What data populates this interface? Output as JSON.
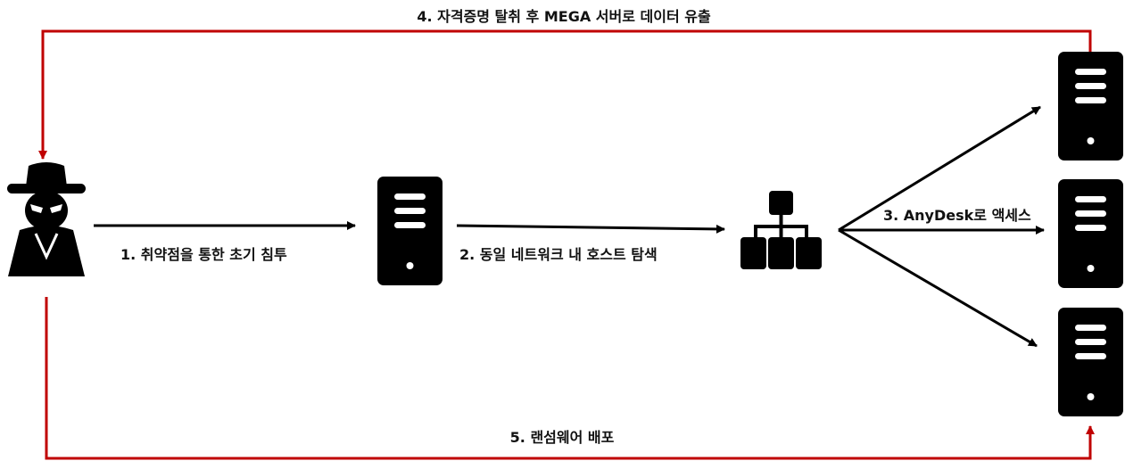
{
  "colors": {
    "exfil_flow": "#c00000",
    "attack_flow": "#000000",
    "icon_fill": "#000000",
    "icon_detail": "#ffffff"
  },
  "icons": {
    "attacker": "hacker-spy-icon",
    "first_server": "server-icon",
    "network": "network-hierarchy-icon",
    "targets": [
      "server-icon",
      "server-icon",
      "server-icon"
    ]
  },
  "steps": {
    "initial_access": "1. 취약점을 통한 초기 침투",
    "discovery": "2. 동일 네트워크 내 호스트 탐색",
    "lateral": "3. AnyDesk로 액세스",
    "exfiltration": "4. 자격증명 탈취 후 MEGA 서버로 데이터 유출",
    "ransomware": "5. 랜섬웨어 배포"
  }
}
